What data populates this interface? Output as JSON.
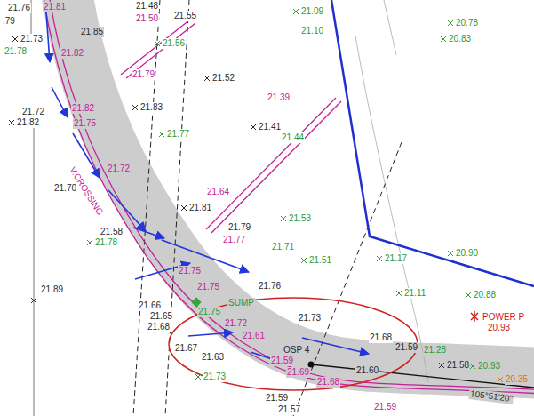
{
  "diagram": {
    "labels": [
      "21.48",
      "21.76",
      "21.81",
      ".79",
      "21.85",
      "21.55",
      "21.50",
      "21.09",
      "20.78",
      "21.73",
      "21.56",
      "21.10",
      "20.83",
      "21.78",
      "21.82",
      "21.79",
      "21.52",
      "21.39",
      "21.83",
      "21.72",
      "21.82",
      "21.82",
      "21.75",
      "21.41",
      "21.77",
      "21.44",
      "V.CROSSING",
      "21.72",
      "21.70",
      "21.64",
      "21.81",
      "21.53",
      "21.79",
      "21.58",
      "21.77",
      "21.78",
      "21.71",
      "21.51",
      "21.17",
      "20.90",
      "21.75",
      "21.76",
      "21.89",
      "21.75",
      "21.11",
      "20.88",
      "SUMP",
      "21.66",
      "21.75",
      "21.65",
      "POWER P",
      "21.73",
      "21.72",
      "21.68",
      "20.93",
      "21.61",
      "21.68",
      "21.59",
      "21.28",
      "OSP 4",
      "21.67",
      "21.63",
      "21.59",
      "21.58",
      "20.93",
      "21.60",
      "21.69",
      "21.73",
      "20.35",
      "21.68",
      "105°51'20\"",
      "21.59",
      "21.57",
      "21.59"
    ]
  }
}
